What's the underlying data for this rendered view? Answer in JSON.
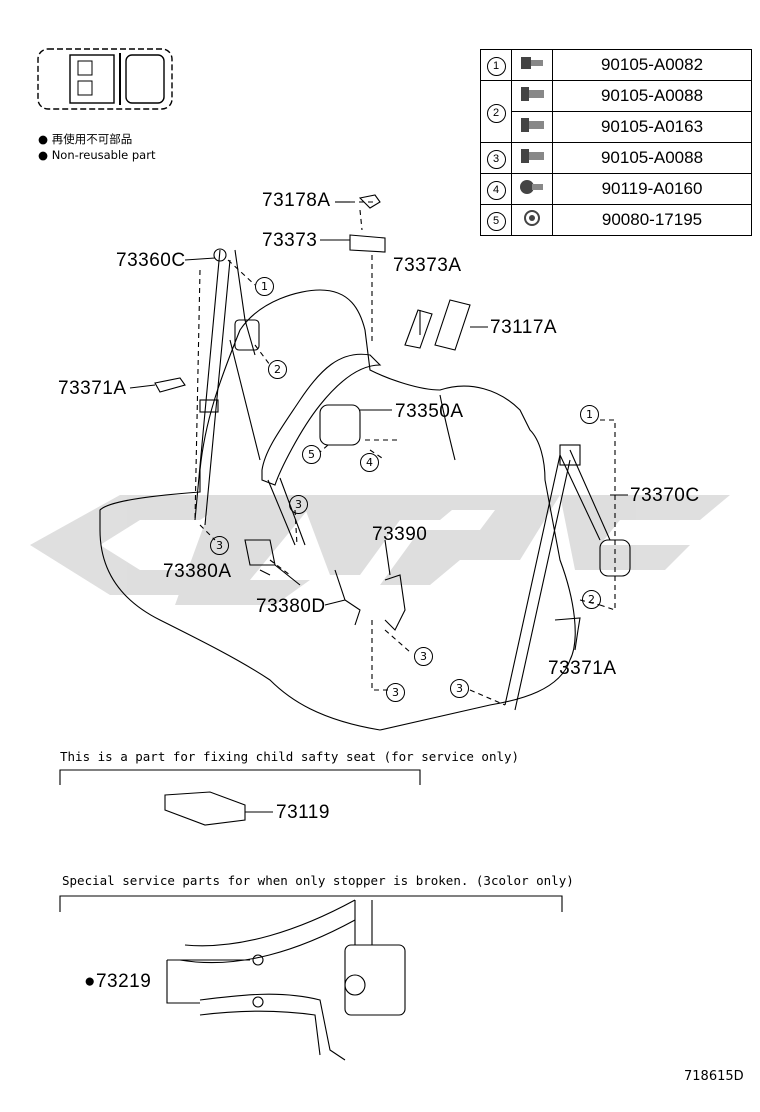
{
  "legend": {
    "jp_note": "再使用不可部品",
    "en_note": "Non-reusable part"
  },
  "bolt_table": [
    {
      "ref": "1",
      "icon": "flange-bolt-icon",
      "part": "90105-A0082"
    },
    {
      "ref": "2",
      "icon": "hex-bolt-icon",
      "part": "90105-A0088"
    },
    {
      "ref": "",
      "icon": "hex-bolt-icon",
      "part": "90105-A0163"
    },
    {
      "ref": "3",
      "icon": "hex-bolt-icon",
      "part": "90105-A0088"
    },
    {
      "ref": "4",
      "icon": "shoulder-bolt-icon",
      "part": "90119-A0160"
    },
    {
      "ref": "5",
      "icon": "nut-icon",
      "part": "90080-17195"
    }
  ],
  "parts": {
    "p73178A": "73178A",
    "p73373": "73373",
    "p73373A": "73373A",
    "p73360C": "73360C",
    "p73117A": "73117A",
    "p73371A_left": "73371A",
    "p73350A": "73350A",
    "p73370C": "73370C",
    "p73390": "73390",
    "p73380A": "73380A",
    "p73380D": "73380D",
    "p73371A_right": "73371A",
    "p73119": "73119",
    "p73219": "73219"
  },
  "callouts": {
    "c1": "1",
    "c2": "2",
    "c3": "3",
    "c4": "4",
    "c5": "5"
  },
  "captions": {
    "child_seat": "This is a part for fixing child safty seat (for service only)",
    "stopper": "Special service parts for when only stopper is broken. (3color only)"
  },
  "drawing_id": "718615D",
  "colors": {
    "watermark": "#d9d9d9",
    "line": "#000000"
  }
}
